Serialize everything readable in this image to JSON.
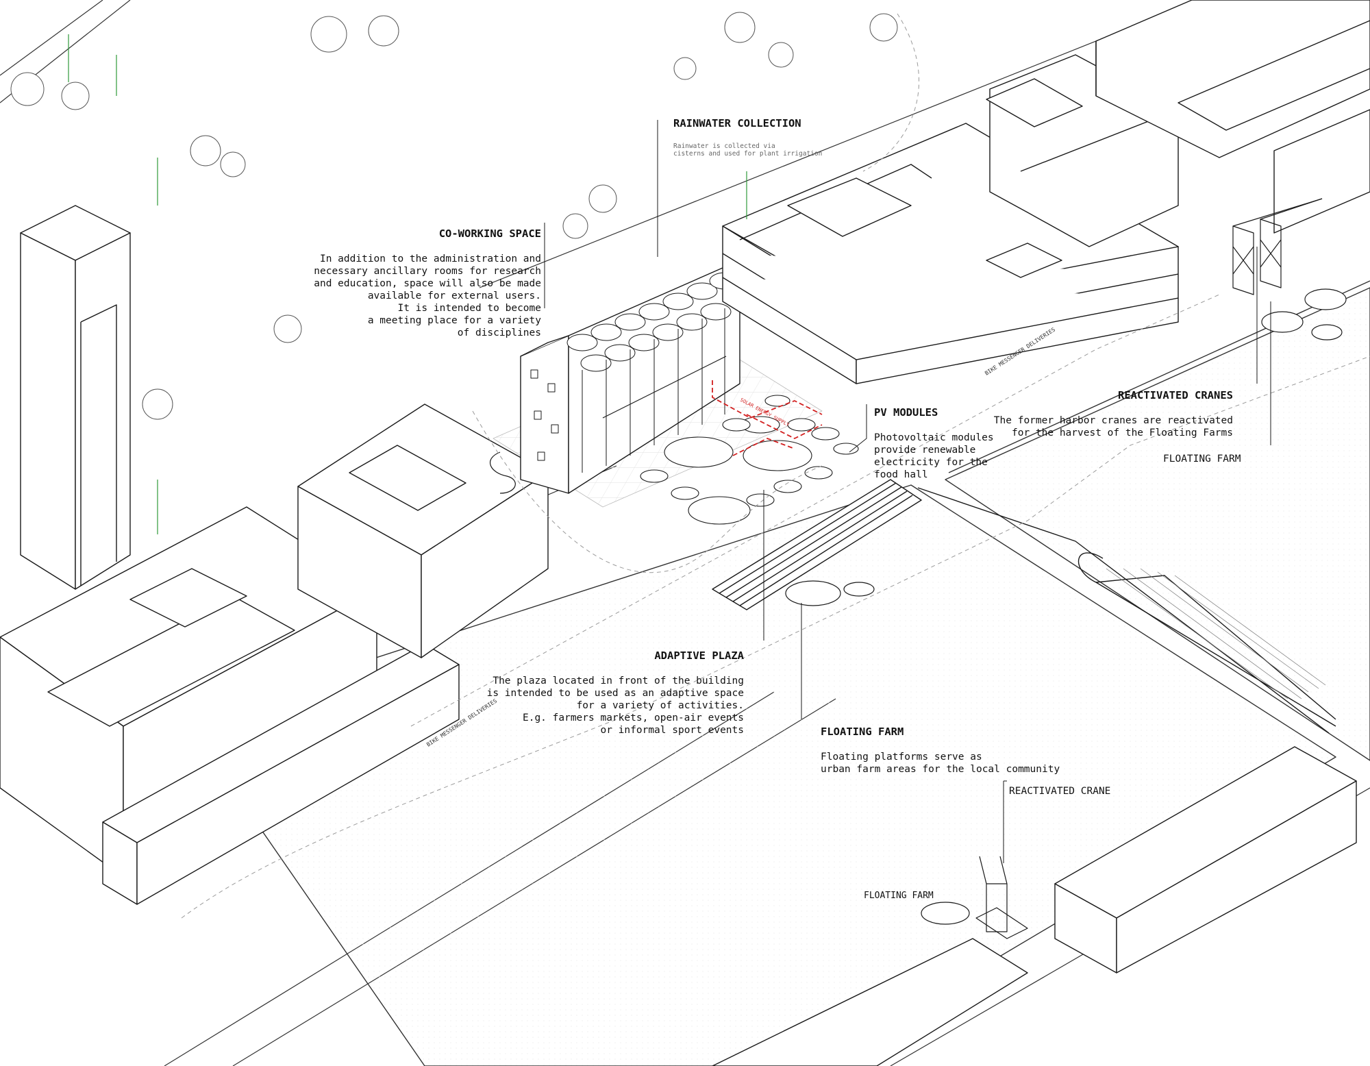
{
  "colors": {
    "line": "#1a1a1a",
    "thin": "#9a9a9a",
    "accent": "#d21f1f",
    "tree_stem": "#2e9a3a"
  },
  "annotations": {
    "rainwater": {
      "title": "RAINWATER COLLECTION",
      "body": "Rainwater is collected via\ncisterns and used for plant irrigation"
    },
    "coworking": {
      "title": "CO-WORKING SPACE",
      "body": "In addition to the administration and\nnecessary ancillary rooms for research\nand education, space will also be made\navailable for external users.\nIt is intended to become\na meeting place for a variety\nof disciplines"
    },
    "pv": {
      "title": "PV MODULES",
      "body": "Photovoltaic modules\nprovide renewable\nelectricity for the\nfood hall"
    },
    "cranes": {
      "title": "REACTIVATED CRANES",
      "body": "The former harbor cranes are reactivated\nfor the harvest of the Floating Farms"
    },
    "floating_farm_right": {
      "title": "FLOATING FARM"
    },
    "plaza": {
      "title": "ADAPTIVE PLAZA",
      "body": "The plaza located in front of the building\nis intended to be used as an adaptive space\nfor a variety of activities.\nE.g. farmers markets, open-air events\nor informal sport events"
    },
    "floating_farm_mid": {
      "title": "FLOATING FARM",
      "body": "Floating platforms serve as\nurban farm areas for the local community"
    },
    "crane_single": {
      "title": "REACTIVATED CRANE"
    },
    "floating_farm_low": {
      "title": "FLOATING FARM"
    }
  },
  "path_labels": {
    "bike_top": "BIKE MESSENGER DELIVERIES",
    "bike_bottom": "BIKE MESSENGER DELIVERIES",
    "solar": "SOLAR ENERGY SUPPLY"
  }
}
